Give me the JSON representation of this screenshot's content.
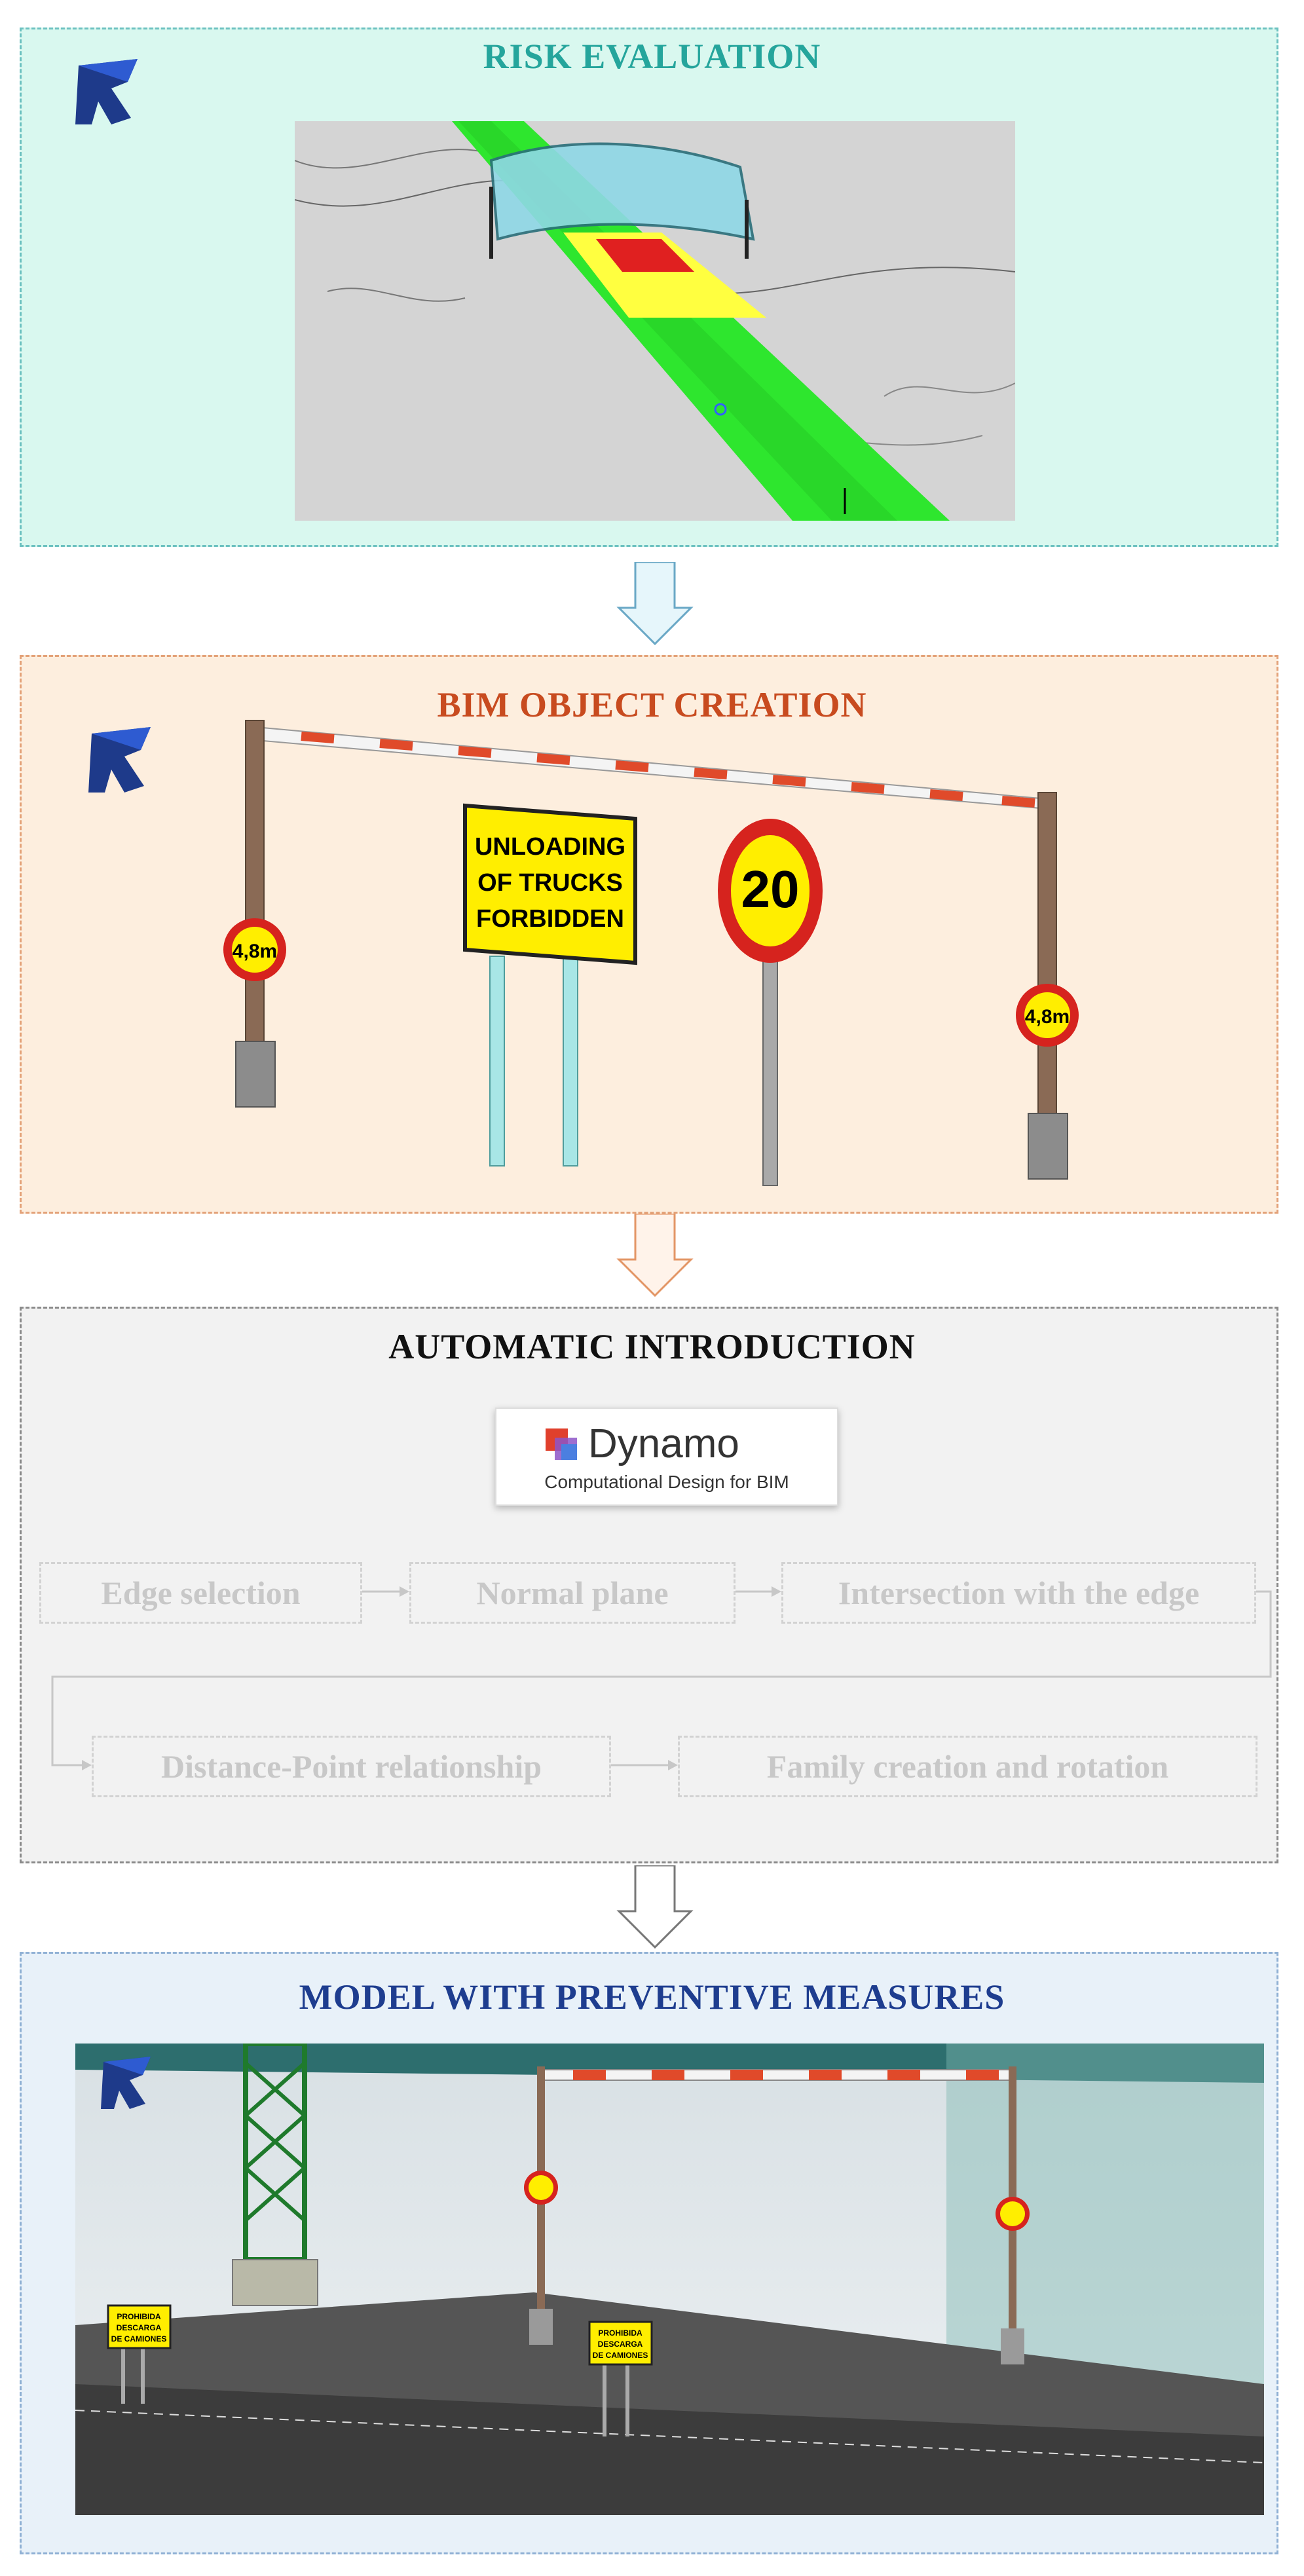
{
  "panels": {
    "risk_evaluation": {
      "title": "RISK EVALUATION"
    },
    "bim_object_creation": {
      "title": "BIM OBJECT CREATION"
    },
    "automatic_introduction": {
      "title": "AUTOMATIC INTRODUCTION"
    },
    "model_preventive": {
      "title": "MODEL WITH PREVENTIVE MEASURES"
    }
  },
  "dynamo": {
    "name": "Dynamo",
    "subtitle": "Computational Design for BIM"
  },
  "steps": {
    "edge_selection": "Edge selection",
    "normal_plane": "Normal plane",
    "intersection": "Intersection with the edge",
    "distance_point": "Distance-Point relationship",
    "family_creation": "Family creation and rotation"
  },
  "signs": {
    "height_limit": "4,8m",
    "speed_limit": "20",
    "unloading_sign": [
      "UNLOADING",
      "OF TRUCKS",
      "FORBIDDEN"
    ],
    "model_sign": [
      "PROHIBIDA",
      "DESCARGA",
      "DE CAMIONES"
    ]
  },
  "icons": [
    "revit-logo-icon",
    "down-arrow-icon",
    "flow-arrow-icon",
    "dynamo-logo-icon"
  ],
  "colors": {
    "risk_green": "#2ee62e",
    "risk_yellow": "#ffff40",
    "risk_red": "#e02020",
    "barrier_red": "#e04a2a",
    "sign_yellow": "#ffee00"
  }
}
